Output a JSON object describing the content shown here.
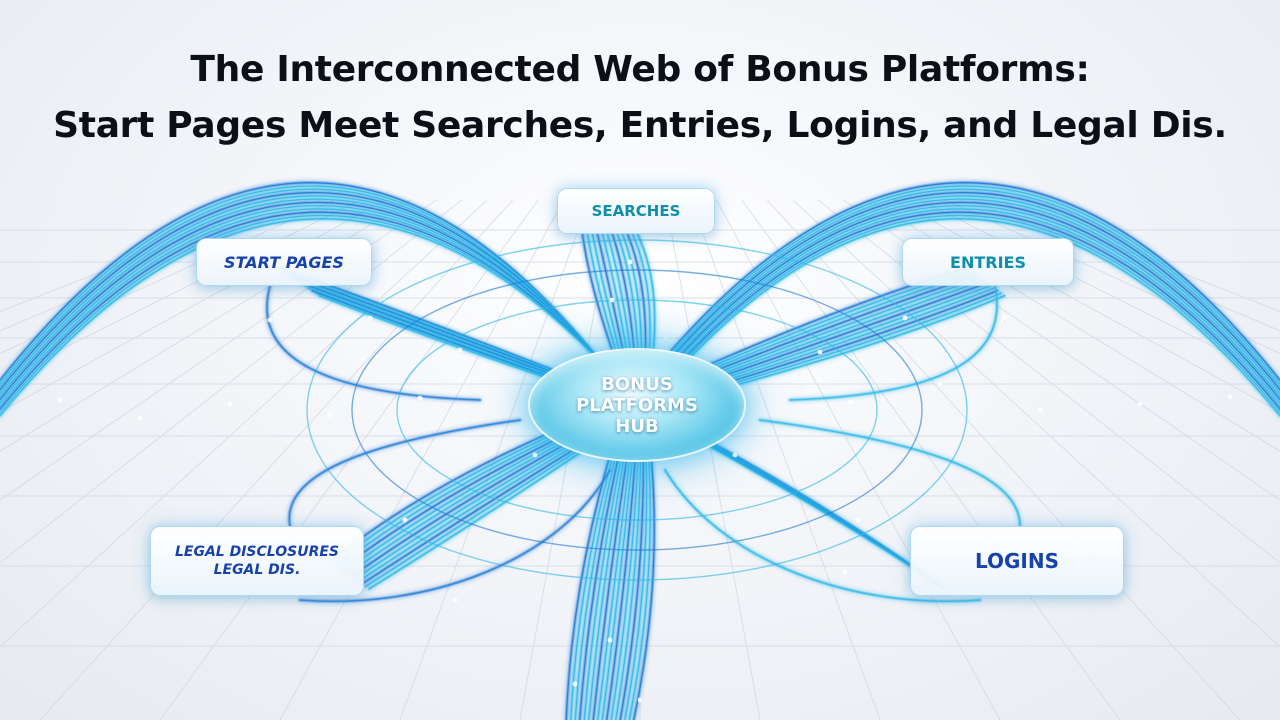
{
  "title": {
    "line1": "The Interconnected Web of Bonus Platforms:",
    "line2": "Start Pages Meet Searches, Entries, Logins, and Legal Dis."
  },
  "hub": {
    "line1": "BONUS",
    "line2": "PLATFORMS",
    "line3": "HUB"
  },
  "nodes": {
    "searches": "SEARCHES",
    "start_pages": "START PAGES",
    "entries": "ENTRIES",
    "legal_line1": "LEGAL DISCLOSURES",
    "legal_line2": "LEGAL DIS.",
    "logins": "LOGINS"
  },
  "colors": {
    "accent_teal": "#0e8fa9",
    "accent_blue": "#1742ac",
    "line_cyan": "#2bb7e8",
    "line_blue": "#1f78d6",
    "hub_glow": "#4cc3ea"
  }
}
